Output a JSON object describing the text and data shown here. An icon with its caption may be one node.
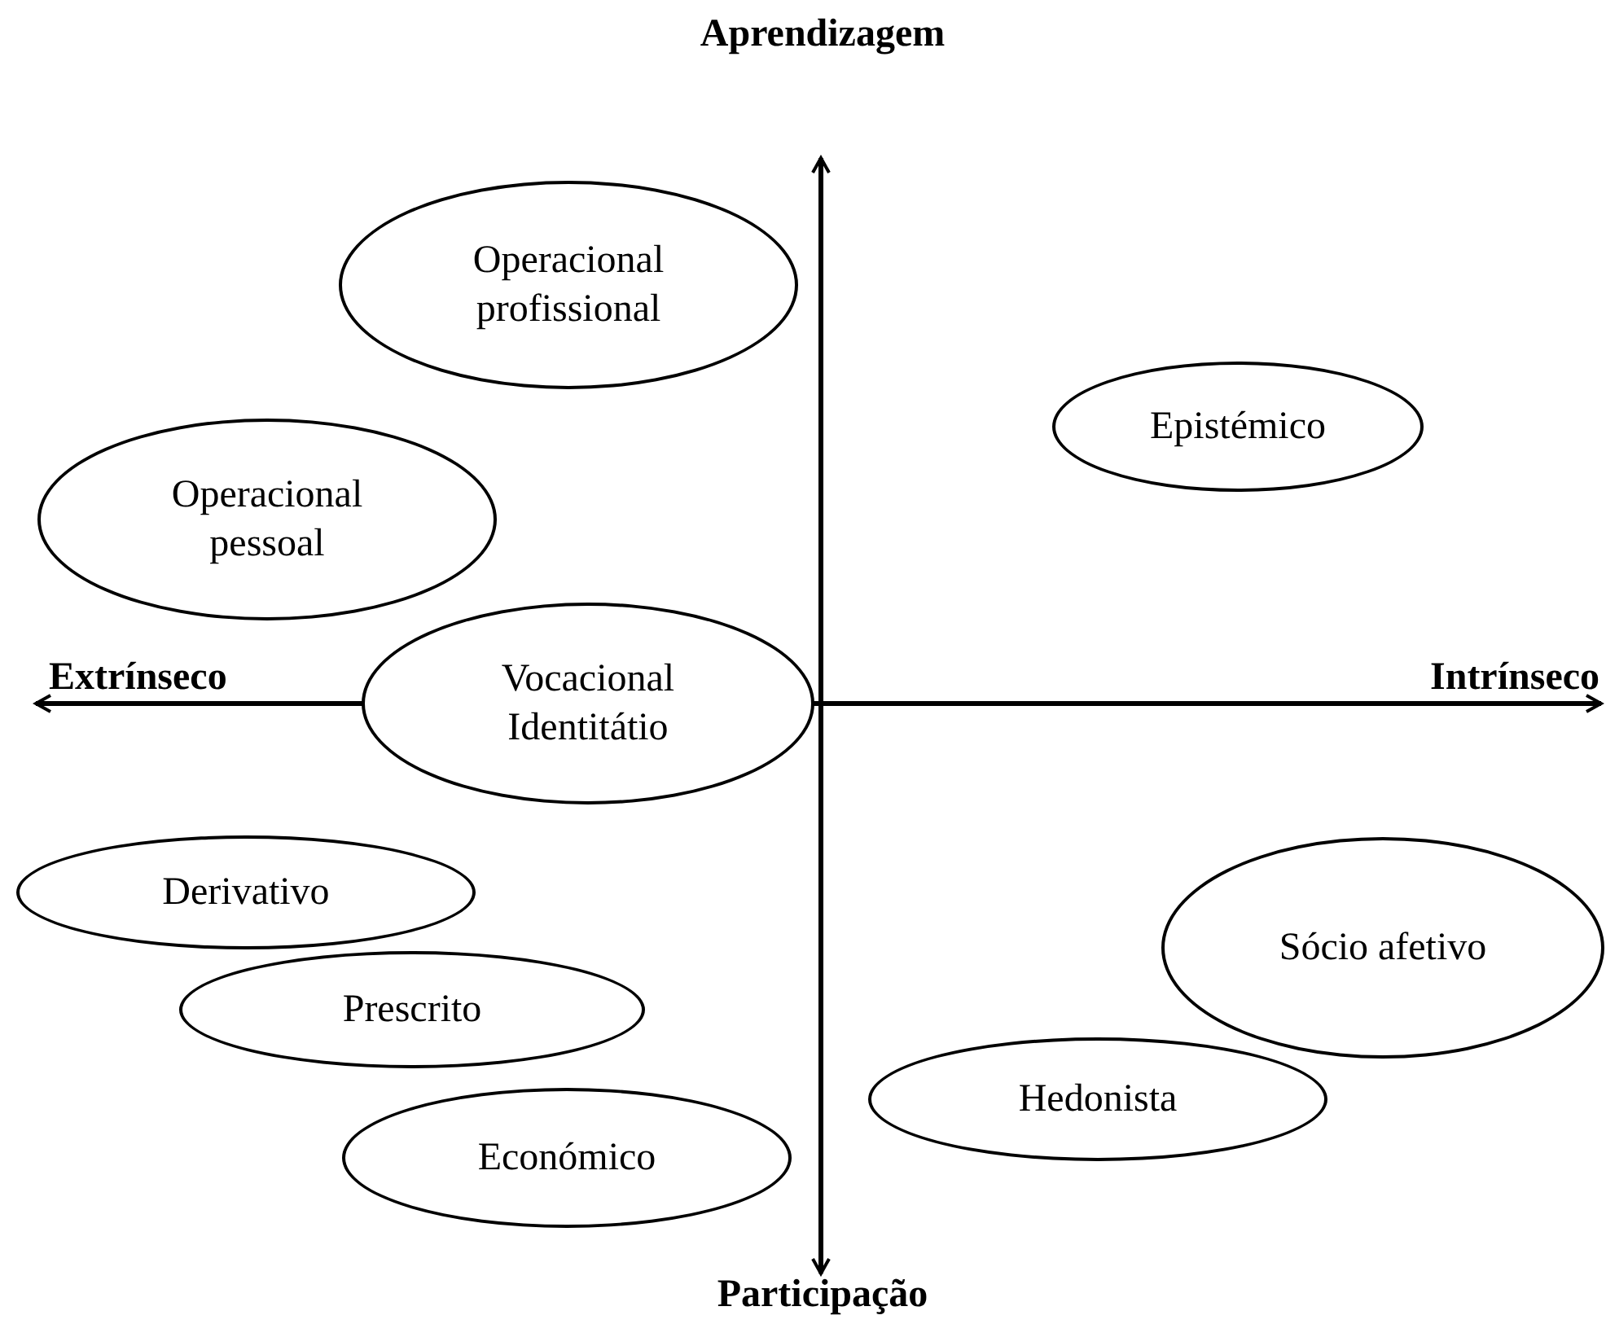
{
  "diagram": {
    "nodes": [
      {
        "text": [
          "Operacional profissional"
        ]
      },
      {
        "text": [
          "Epistémico"
        ]
      },
      {
        "text": [
          "Operacional pessoal"
        ]
      },
      {
        "text": [
          "Vocacional Identitátio"
        ]
      },
      {
        "text": [
          "Derivativo"
        ]
      },
      {
        "text": [
          "Prescrito"
        ]
      },
      {
        "text": [
          "Económico"
        ]
      },
      {
        "text": [
          "Sócio afetivo"
        ]
      },
      {
        "text": [
          "Hedonista"
        ]
      }
    ],
    "edges": [],
    "labels": [
      "Aprendizagem",
      "Extrínseco",
      "Intrínseco",
      "Participação"
    ]
  }
}
